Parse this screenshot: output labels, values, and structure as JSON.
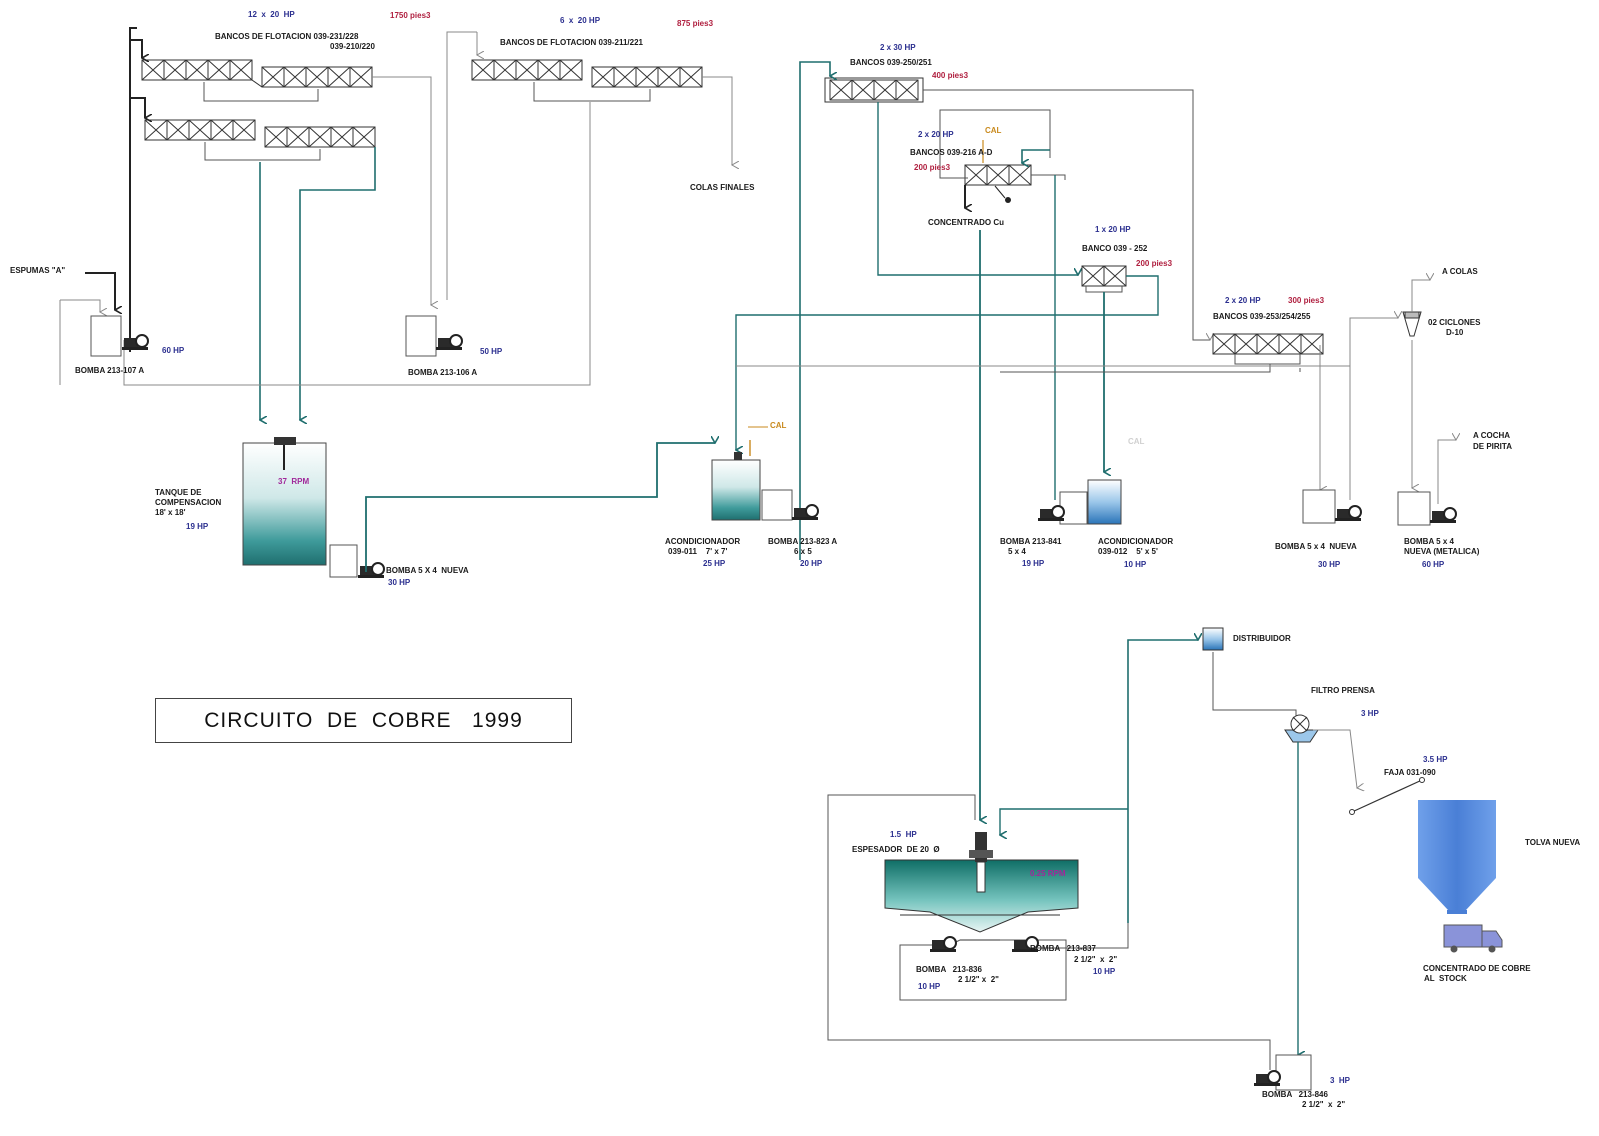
{
  "title": "CIRCUITO  DE  COBRE   1999",
  "colors": {
    "line": "#777777",
    "flow_arrow": "#1f6e6e",
    "tank_fill": "#2f8f8f",
    "hp_text": "#2b2f8f",
    "vol_text": "#b02040",
    "cal_text": "#c98a1e",
    "rpm_text": "#a0289a",
    "hopper_fill": "#5b8fe0",
    "truck_fill": "#8a93d9"
  },
  "banks": {
    "b1": {
      "hp": "12  x  20  HP",
      "vol": "1750 pies3",
      "name1": "BANCOS DE FLOTACION 039-231/228",
      "name2": "039-210/220"
    },
    "b2": {
      "hp": "6  x  20 HP",
      "vol": "875 pies3",
      "name": "BANCOS DE FLOTACION 039-211/221"
    },
    "b3": {
      "hp": "2 x 30 HP",
      "name": "BANCOS 039-250/251",
      "vol": "400 pies3"
    },
    "b4": {
      "hp": "2 x 20 HP",
      "cal": "CAL",
      "name": "BANCOS 039-216 A-D",
      "vol": "200 pies3"
    },
    "b5": {
      "hp": "1 x 20 HP",
      "name": "BANCO 039 - 252",
      "vol": "200 pies3"
    },
    "b6": {
      "hp": "2 x 20 HP",
      "vol": "300 pies3",
      "name": "BANCOS 039-253/254/255"
    }
  },
  "labels": {
    "colas_finales": "COLAS FINALES",
    "concentrado_cu": "CONCENTRADO Cu",
    "espumas": "ESPUMAS \"A\"",
    "a_colas": "A COLAS",
    "ciclones1": "02 CICLONES",
    "ciclones2": "D-10",
    "a_cocha1": "A COCHA",
    "a_cocha2": "DE PIRITA",
    "distribuidor": "DISTRIBUIDOR",
    "filtro": "FILTRO PRENSA",
    "filtro_hp": "3 HP",
    "faja_hp": "3.5 HP",
    "faja": "FAJA 031-090",
    "tolva": "TOLVA NUEVA",
    "conc1": "CONCENTRADO DE COBRE",
    "conc2": "AL  STOCK",
    "cal1": "CAL",
    "cal2": "CAL"
  },
  "pumps": {
    "p107": {
      "name": "BOMBA 213-107 A",
      "hp": "60 HP"
    },
    "p106": {
      "name": "BOMBA 213-106 A",
      "hp": "50 HP"
    },
    "p5x4a": {
      "name": "BOMBA 5 X 4  NUEVA",
      "hp": "30 HP"
    },
    "p823": {
      "name1": "BOMBA 213-823 A",
      "name2": "6 x 5",
      "hp": "20 HP"
    },
    "p841": {
      "name1": "BOMBA 213-841",
      "name2": "5 x 4",
      "hp": "19 HP"
    },
    "p5x4b": {
      "name": "BOMBA 5 x 4  NUEVA",
      "hp": "30 HP"
    },
    "p5x4c": {
      "name1": "BOMBA 5 x 4",
      "name2": "NUEVA (METALICA)",
      "hp": "60 HP"
    },
    "p836": {
      "name1": "BOMBA   213-836",
      "name2": "2 1/2\" x  2\"",
      "hp": "10 HP"
    },
    "p837": {
      "name1": "BOMBA   213-837",
      "name2": "2 1/2\"  x  2\"",
      "hp": "10 HP"
    },
    "p846": {
      "name1": "BOMBA   213-846",
      "name2": "2 1/2\"  x  2\"",
      "hp": "3  HP"
    }
  },
  "tanks": {
    "compensacion": {
      "name1": "TANQUE DE",
      "name2": "COMPENSACION",
      "name3": "18' x 18'",
      "hp": "19 HP",
      "rpm": "37  RPM"
    },
    "acond011": {
      "name1": "ACONDICIONADOR",
      "name2": "039-011    7' x 7'",
      "hp": "25 HP"
    },
    "acond012": {
      "name1": "ACONDICIONADOR",
      "name2": "039-012    5' x 5'",
      "hp": "10 HP"
    },
    "espesador": {
      "hp": "1.5  HP",
      "name": "ESPESADOR  DE 20  Ø",
      "rpm": "0.25 RPM"
    }
  }
}
